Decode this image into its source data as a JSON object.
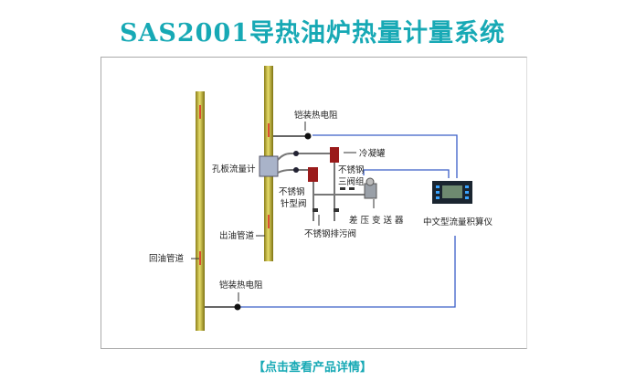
{
  "title": "SAS2001导热油炉热量计量系统",
  "diagram": {
    "labels": {
      "rtd_top": "铠装热电阻",
      "condenser": "冷凝罐",
      "orifice": "孔板流量计",
      "ss1": "不锈钢",
      "valve3": "三阀组",
      "ss2": "不锈钢",
      "needle": "针型阀",
      "transmitter": "差压变送器",
      "integrator": "中文型流量积算仪",
      "outlet": "出油管道",
      "drain": "不锈钢排污阀",
      "return": "回油管道",
      "rtd_bottom": "铠装热电阻"
    },
    "colors": {
      "pipe": "#c8b93c",
      "signal": "#3b5fc8",
      "condenser": "#9a1b1b"
    }
  },
  "link": "【点击查看产品详情】"
}
